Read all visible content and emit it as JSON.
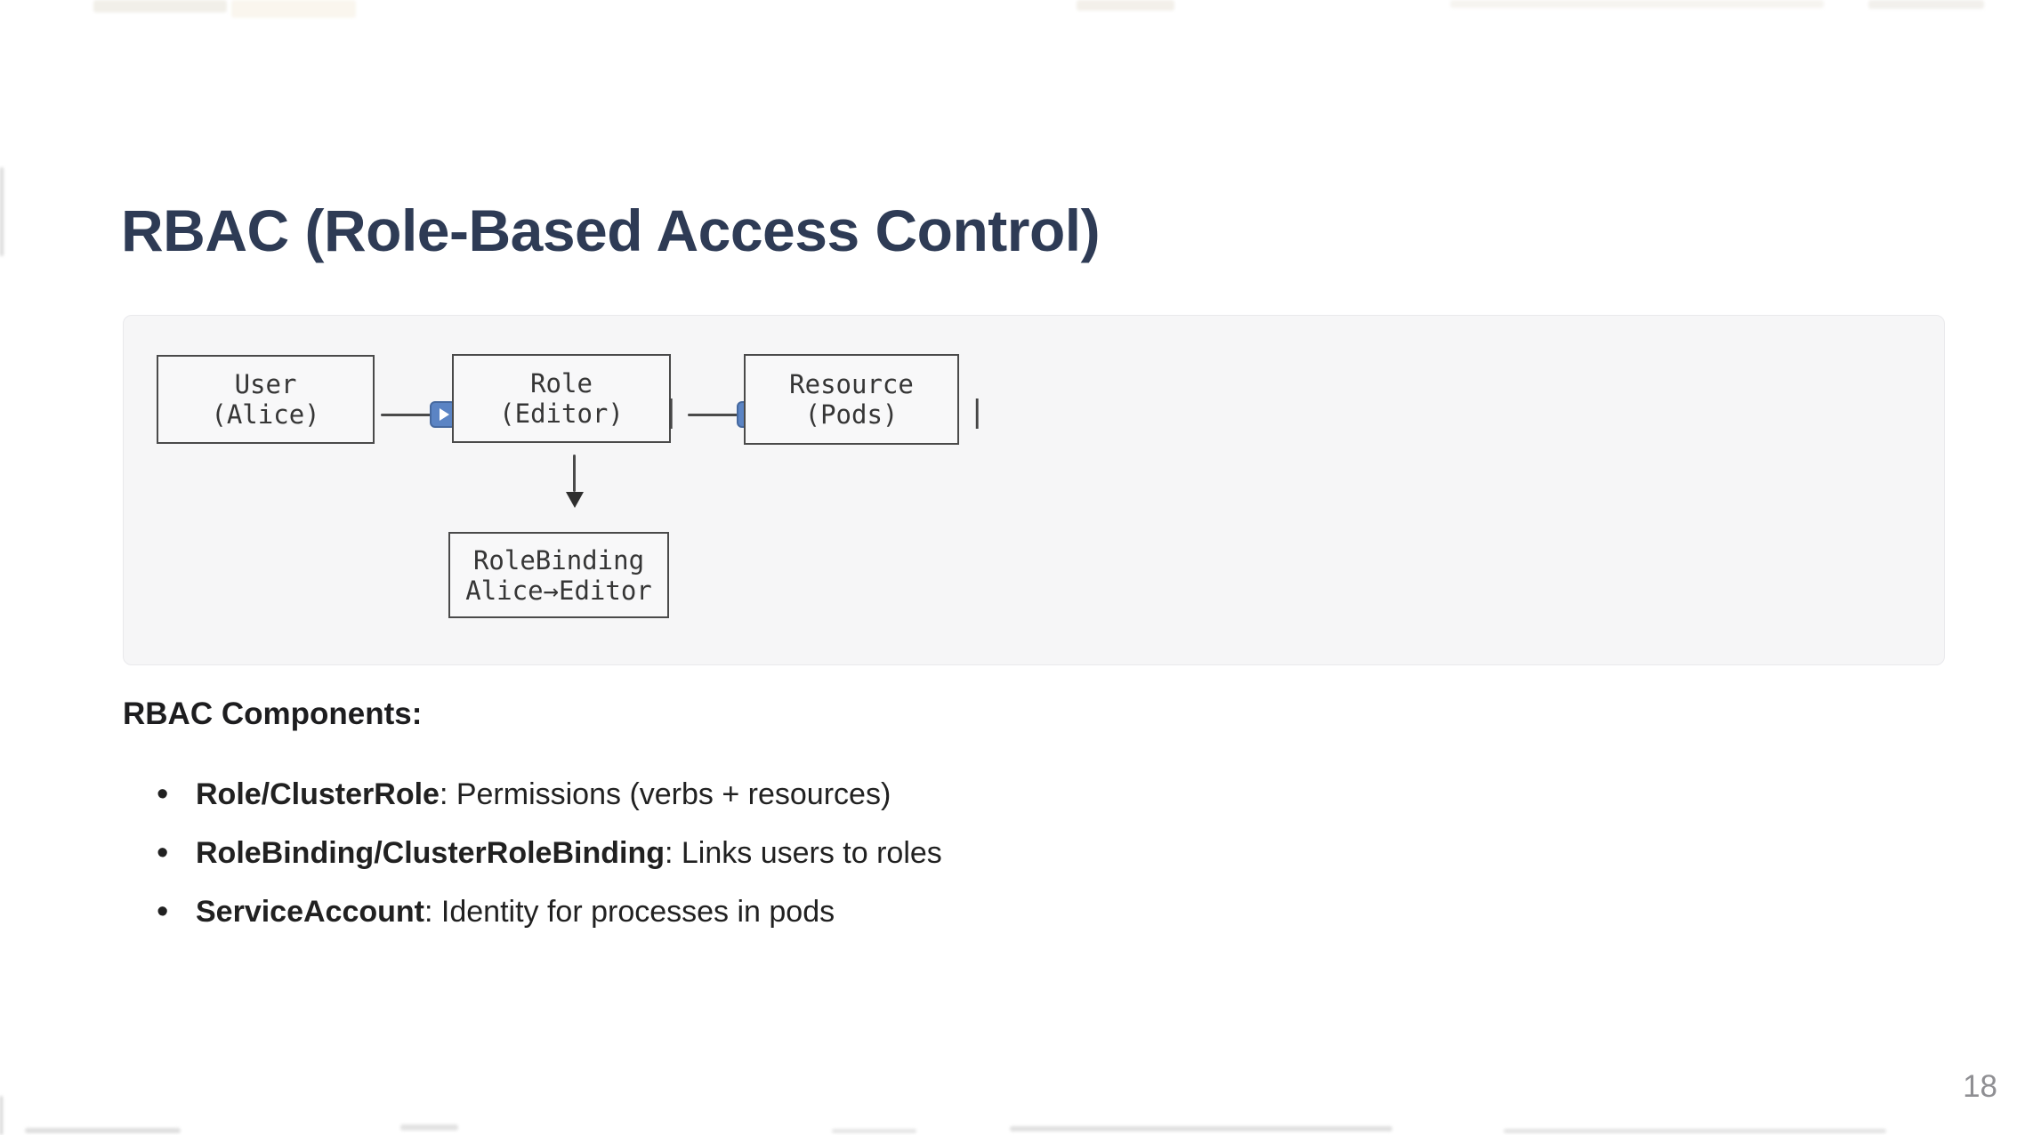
{
  "slide": {
    "title": "RBAC (Role-Based Access Control)",
    "page_number": "18"
  },
  "diagram": {
    "pipe_glyph": "|",
    "boxes": {
      "user": {
        "line1": "User",
        "line2": "(Alice)"
      },
      "role": {
        "line1": "Role",
        "line2": "(Editor)"
      },
      "resource": {
        "line1": "Resource",
        "line2": "(Pods)"
      },
      "rolebinding": {
        "line1": "RoleBinding",
        "line2": "Alice→Editor"
      }
    }
  },
  "components": {
    "heading": "RBAC Components:",
    "items": [
      {
        "term": "Role/ClusterRole",
        "desc": ": Permissions (verbs + resources)"
      },
      {
        "term": "RoleBinding/ClusterRoleBinding",
        "desc": ": Links users to roles"
      },
      {
        "term": "ServiceAccount",
        "desc": ": Identity for processes in pods"
      }
    ]
  },
  "colors": {
    "title_navy": "#2e3b55",
    "panel_bg": "#f6f6f7",
    "panel_border": "#e9e9ec",
    "box_border": "#4a4a4a",
    "mono_text": "#363636",
    "play_button_blue": "#5b84c4",
    "play_button_border": "#46699f",
    "body_text": "#212121",
    "page_number_gray": "#8f8f93"
  }
}
